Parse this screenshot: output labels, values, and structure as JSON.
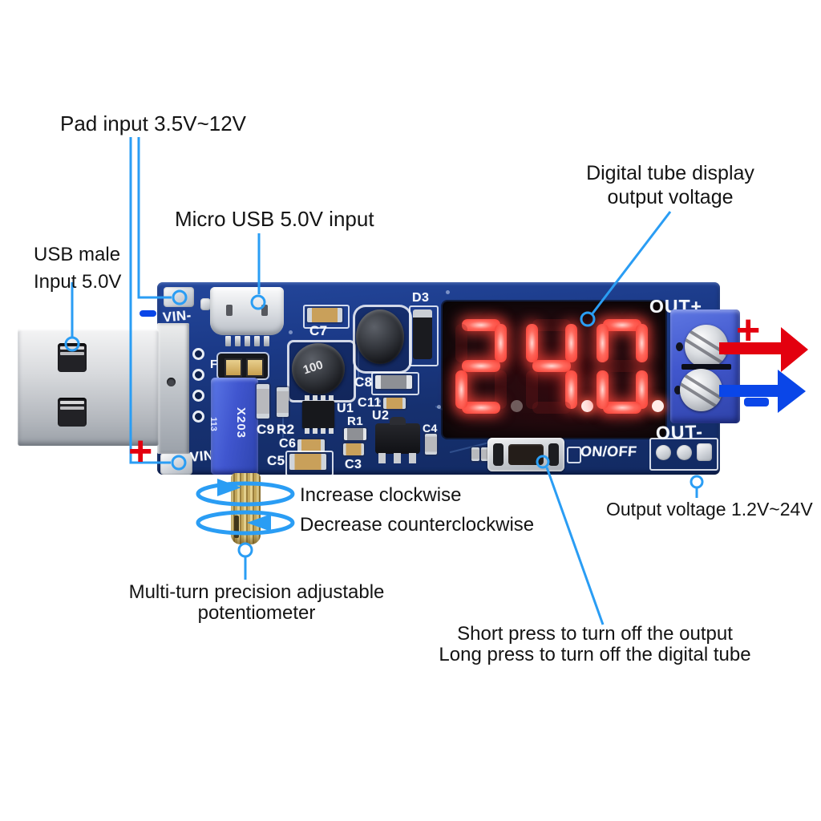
{
  "annotations": {
    "pad_input": "Pad input 3.5V~12V",
    "micro_usb": "Micro USB 5.0V input",
    "usb_male_line1": "USB male",
    "usb_male_line2": "Input 5.0V",
    "digital_tube_line1": "Digital tube display",
    "digital_tube_line2": "output voltage",
    "increase": "Increase clockwise",
    "decrease": "Decrease counterclockwise",
    "pot_line1": "Multi-turn precision adjustable",
    "pot_line2": "potentiometer",
    "output_voltage": "Output voltage 1.2V~24V",
    "switch_line1": "Short press to turn off the output",
    "switch_line2": "Long press to turn off the digital tube"
  },
  "symbols": {
    "plus": "+",
    "minus": "−"
  },
  "board": {
    "silkscreen": {
      "vin_minus": "VIN-",
      "vin_plus": "VIN+",
      "out_plus": "OUT+",
      "out_minus": "OUT-",
      "on_off": "ON/OFF",
      "c7": "C7",
      "d3": "D3",
      "c8": "C8",
      "c11": "C11",
      "u1": "U1",
      "u2": "U2",
      "r1": "R1",
      "r2": "R2",
      "c9": "C9",
      "c6": "C6",
      "c5": "C5",
      "c3": "C3",
      "c4": "C4",
      "f": "F"
    },
    "inductor_marking": "100",
    "pot_marking": "X203",
    "pot_marking2": "113"
  },
  "display": {
    "value": "24.0",
    "digits": [
      "2",
      "4",
      "0"
    ],
    "decimal_points": [
      "dim",
      "lit",
      "lit"
    ]
  },
  "colors": {
    "leader_blue": "#2a9df4",
    "arrow_red": "#e3000f",
    "arrow_blue": "#0a46e8",
    "pcb_blue": "#1b3a88",
    "terminal_blue": "#4157cd",
    "led_red": "#ff4438"
  }
}
